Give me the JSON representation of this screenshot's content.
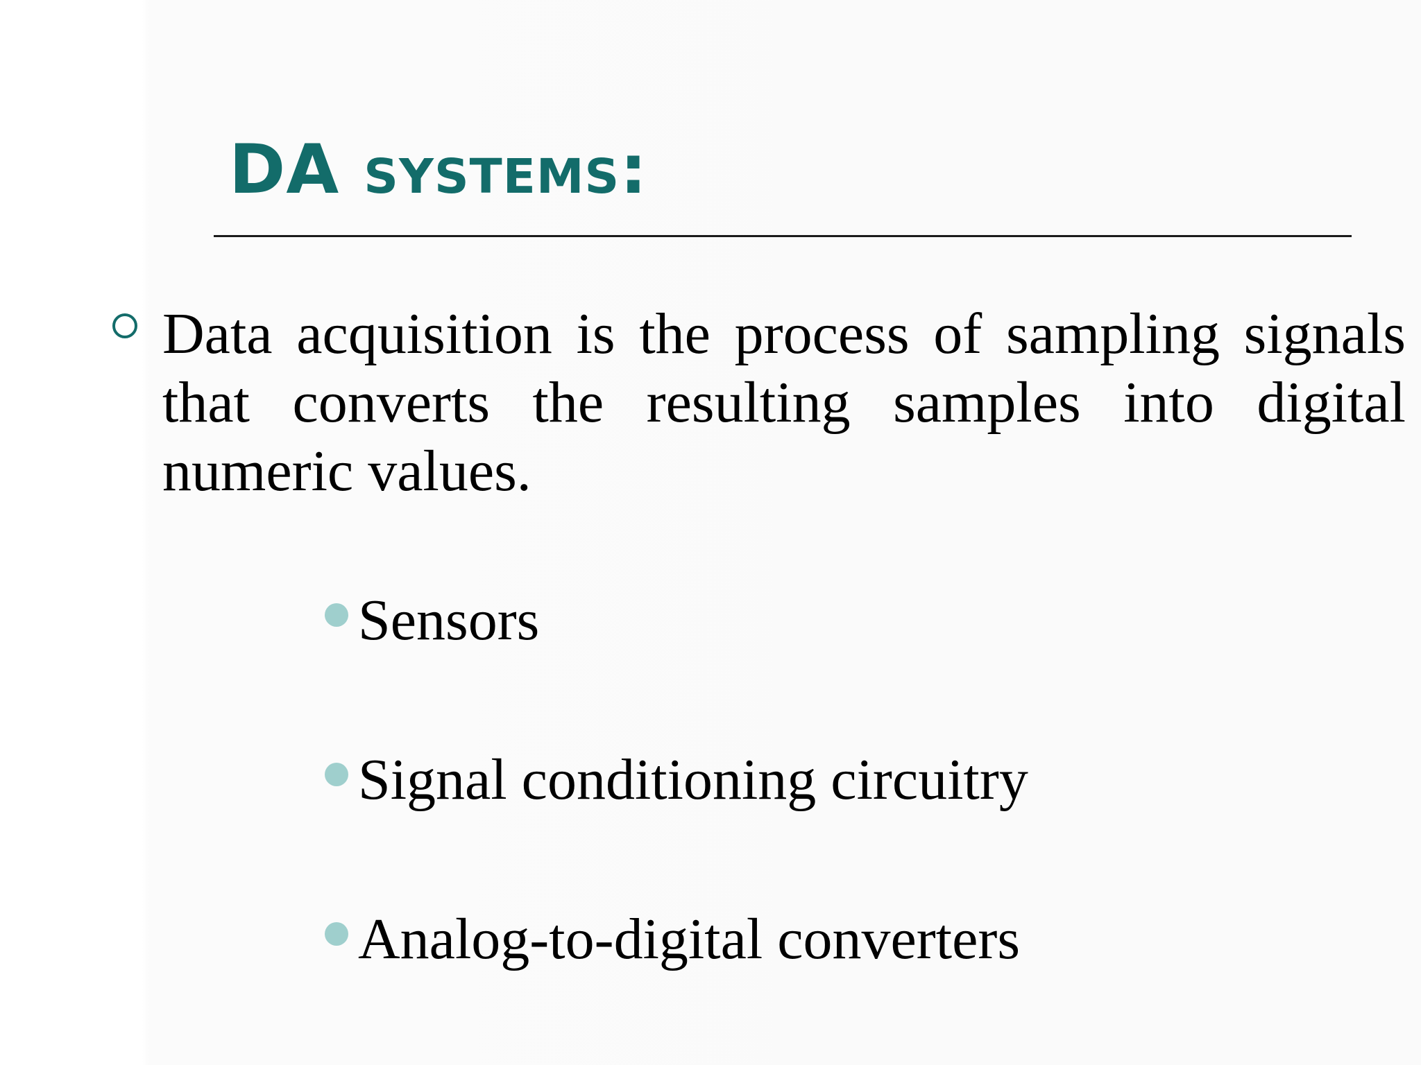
{
  "slide": {
    "title": "DA systems:",
    "main_bullet": "Data acquisition is the process of sampling signals that converts the resulting samples into digital numeric values.",
    "sub_items": [
      "Sensors",
      "Signal conditioning circuitry",
      "Analog-to-digital converters"
    ],
    "colors": {
      "title": "#136c6a",
      "main_bullet_ring": "#136c6a",
      "sub_bullet_dot": "#9fcfcd",
      "text": "#000000"
    },
    "icons": {
      "main_bullet": "hollow-circle-bullet-icon",
      "sub_bullet": "filled-circle-bullet-icon"
    }
  }
}
